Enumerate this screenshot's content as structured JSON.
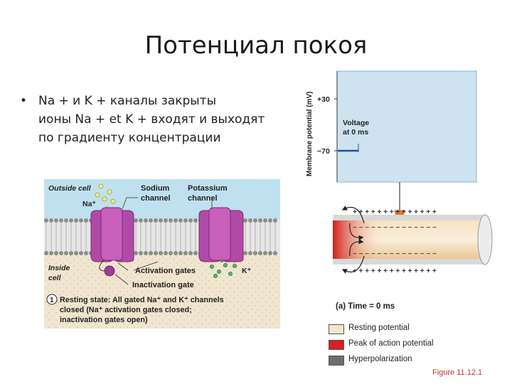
{
  "slide": {
    "title": "Потенциал покоя",
    "bullet_mark": "•",
    "bullet_lines": [
      "Na + и K + каналы закрыты",
      "ионы Na + et K + входят и выходят",
      "по градиенту концентрации"
    ]
  },
  "membrane_figure": {
    "outside_label": "Outside cell",
    "inside_label_1": "Inside",
    "inside_label_2": "cell",
    "na_label": "Na⁺",
    "k_label": "K⁺",
    "sodium_label_1": "Sodium",
    "sodium_label_2": "channel",
    "potassium_label_1": "Potassium",
    "potassium_label_2": "channel",
    "activation_label": "Activation gates",
    "inactivation_label": "Inactivation gate",
    "step_number": "1",
    "caption_line_1": "Resting state: All gated Na⁺ and K⁺ channels",
    "caption_line_2": "closed (Na⁺ activation gates closed;",
    "caption_line_3": "inactivation gates open)"
  },
  "potential_figure": {
    "y_axis_label": "Membrane potential (mV)",
    "tick_top": "+30",
    "tick_bottom": "−70",
    "voltage_label_1": "Voltage",
    "voltage_label_2": "at 0 ms",
    "plus_row": "+ + + + + + + + + + + + + +",
    "minus_row": "− − − − − − − − − − − − − −",
    "caption": "(a)  Time = 0 ms"
  },
  "legend": [
    {
      "label": "Resting potential",
      "color": "#f5e6c8"
    },
    {
      "label": "Peak of action potential",
      "color": "#d92020"
    },
    {
      "label": "Hyperpolarization",
      "color": "#6e6e6e"
    }
  ],
  "figure_ref": "Figure 11.12.1"
}
